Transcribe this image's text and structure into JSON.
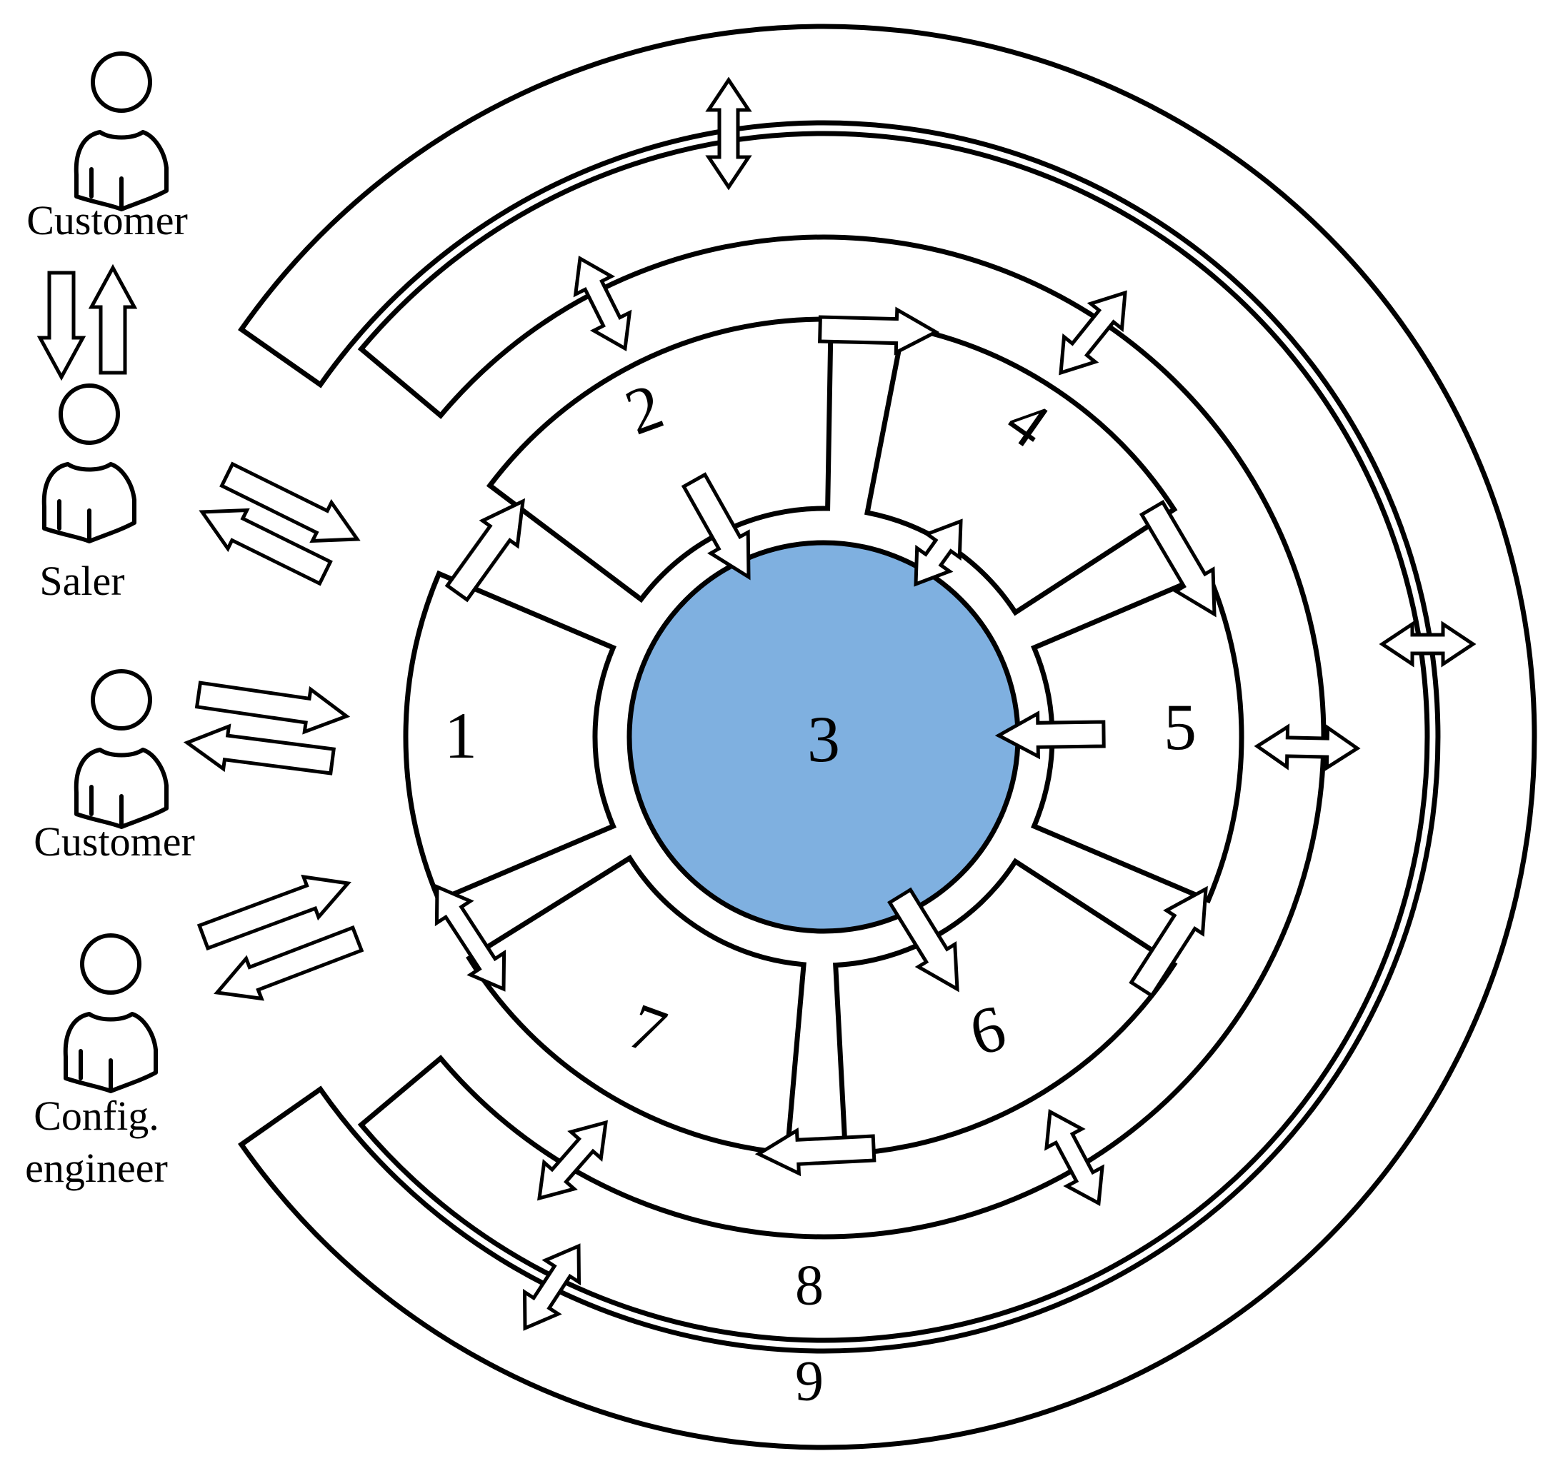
{
  "colors": {
    "center_fill": "#7fb0e0",
    "stroke": "#000000",
    "background": "#ffffff"
  },
  "center": {
    "label": "3"
  },
  "segments": [
    {
      "id": "1",
      "label": "1"
    },
    {
      "id": "2",
      "label": "2"
    },
    {
      "id": "4",
      "label": "4"
    },
    {
      "id": "5",
      "label": "5"
    },
    {
      "id": "6",
      "label": "6"
    },
    {
      "id": "7",
      "label": "7"
    }
  ],
  "rings": [
    {
      "id": "8",
      "label": "8"
    },
    {
      "id": "9",
      "label": "9"
    }
  ],
  "actors": [
    {
      "id": "customer-top",
      "icon": "person-icon",
      "lines": [
        "Customer"
      ]
    },
    {
      "id": "saler",
      "icon": "person-icon",
      "lines": [
        "Saler"
      ]
    },
    {
      "id": "customer-mid",
      "icon": "person-icon",
      "lines": [
        "Customer"
      ]
    },
    {
      "id": "config-engineer",
      "icon": "person-icon",
      "lines": [
        "Config.",
        "engineer"
      ]
    }
  ]
}
